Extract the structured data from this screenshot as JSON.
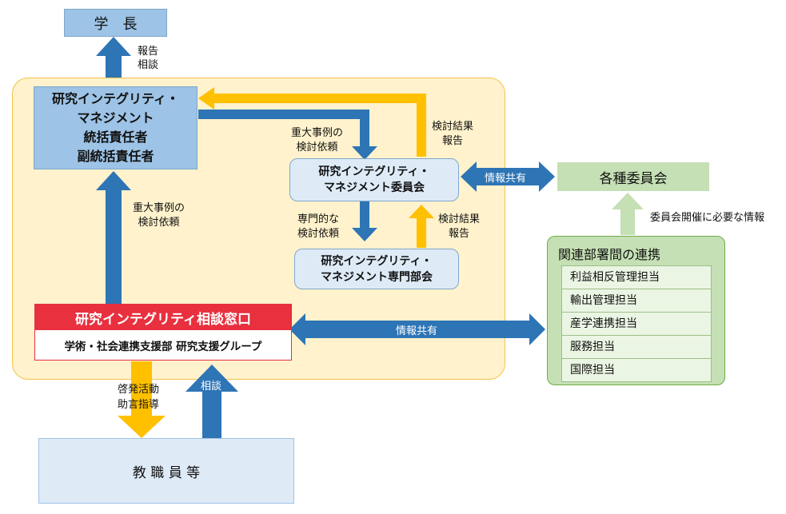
{
  "colors": {
    "blue_arrow": "#2E75B6",
    "yellow_arrow": "#FFC000",
    "cream_bg": "#FFF2CC",
    "cream_border": "#F4C24A",
    "box_blue": "#9DC3E6",
    "box_light_blue": "#DEEBF7",
    "green_bg": "#C5E0B4",
    "green_border": "#70AD47",
    "red": "#E8303F"
  },
  "president": {
    "label": "学　長"
  },
  "report_consult_label": {
    "line1": "報告",
    "line2": "相談"
  },
  "manager": {
    "line1": "研究インテグリティ・",
    "line2": "マネジメント",
    "line3": "統括責任者",
    "line4": "副統括責任者"
  },
  "request_major_top": {
    "line1": "重大事例の",
    "line2": "検討依頼"
  },
  "result_report_top": {
    "line1": "検討結果",
    "line2": "報告"
  },
  "committee": {
    "line1": "研究インテグリティ・",
    "line2": "マネジメント委員会"
  },
  "info_share_top": "情報共有",
  "other_committees": "各種委員会",
  "info_needed": "委員会開催に必要な情報",
  "request_expert": {
    "line1": "専門的な",
    "line2": "検討依頼"
  },
  "result_report_bottom": {
    "line1": "検討結果",
    "line2": "報告"
  },
  "expert_subcommittee": {
    "line1": "研究インテグリティ・",
    "line2": "マネジメント専門部会"
  },
  "request_major_left": {
    "line1": "重大事例の",
    "line2": "検討依頼"
  },
  "related_depts": {
    "title": "関連部署間の連携",
    "items": [
      "利益相反管理担当",
      "輸出管理担当",
      "産学連携担当",
      "服務担当",
      "国際担当"
    ]
  },
  "consult_window": {
    "title": "研究インテグリティ相談窓口",
    "subtitle": "学術・社会連携支援部 研究支援グループ"
  },
  "info_share_bottom": "情報共有",
  "enlighten_label": {
    "line1": "啓発活動",
    "line2": "助言指導"
  },
  "consult_label": "相談",
  "staff": {
    "label": "教 職 員 等"
  }
}
